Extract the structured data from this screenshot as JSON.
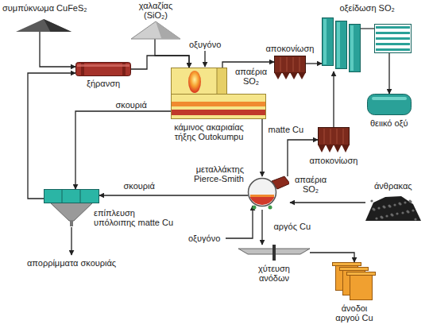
{
  "diagram": {
    "nodes": [
      {
        "text": [
          "συμπύκνωμα CuFeS₂"
        ]
      },
      {
        "text": [
          "χαλαζίας (SiO₂)"
        ]
      },
      {
        "text": [
          "ξήρανση"
        ]
      },
      {
        "text": [
          "κάμινος ακαριαίας τήξης Outokumpu"
        ]
      },
      {
        "text": [
          "αποκονίωση"
        ]
      },
      {
        "text": [
          "οξείδωση SO₂"
        ]
      },
      {
        "text": [
          "θειικό οξύ"
        ]
      },
      {
        "text": [
          "επίπλευση υπόλοιπης matte Cu"
        ]
      },
      {
        "text": [
          "μεταλλάκτης Pierce-Smith"
        ]
      },
      {
        "text": [
          "αποκονίωση"
        ]
      },
      {
        "text": [
          "άνθρακας"
        ]
      },
      {
        "text": [
          "χύτευση ανόδων"
        ]
      },
      {
        "text": [
          "άνοδοι αργού Cu"
        ]
      }
    ],
    "edges": [
      {
        "from": 0,
        "to": 2,
        "arrow": "to"
      },
      {
        "from": 1,
        "to": 3,
        "arrow": "to"
      },
      {
        "from": 2,
        "to": 3,
        "arrow": "to"
      },
      {
        "from": 3,
        "to": 4,
        "label": "απαέρια SO₂",
        "arrow": "to"
      },
      {
        "from": 4,
        "to": 5,
        "arrow": "to"
      },
      {
        "from": 5,
        "to": 6,
        "arrow": "to"
      },
      {
        "from": 3,
        "to": 7,
        "label": "σκουριά",
        "arrow": "to"
      },
      {
        "from": 3,
        "to": 8,
        "label": "matte Cu",
        "arrow": "to"
      },
      {
        "from": 8,
        "to": 9,
        "label": "απαέρια SO₂",
        "arrow": "to"
      },
      {
        "from": 9,
        "to": 5,
        "arrow": "to"
      },
      {
        "from": 10,
        "to": 8,
        "arrow": "to"
      },
      {
        "from": 8,
        "to": 7,
        "label": "σκουριά",
        "arrow": "to"
      },
      {
        "from": 8,
        "to": 11,
        "label": "αργός Cu",
        "arrow": "to"
      },
      {
        "from": 11,
        "to": 12,
        "arrow": "to"
      },
      {
        "from": 7,
        "to": 2,
        "arrow": "to"
      }
    ],
    "labels": [
      "οξυγόνο",
      "οξυγόνο",
      "απορρίμματα σκουριάς"
    ]
  }
}
